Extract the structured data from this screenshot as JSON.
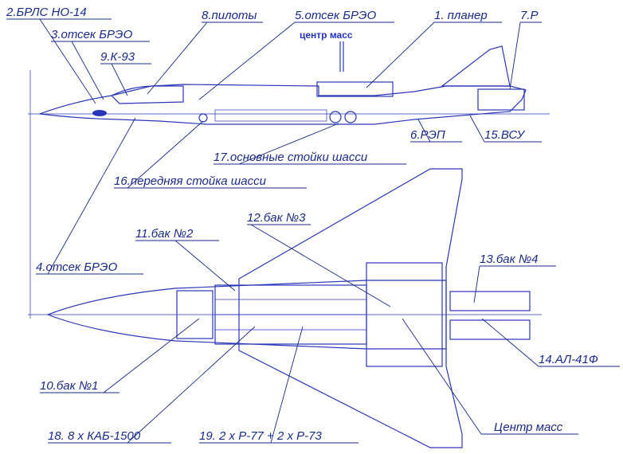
{
  "center_mass_top": "центр масс",
  "labels": {
    "l2": "2.БРЛС НО-14",
    "l3": "3.отсек БРЭО",
    "l9": "9.К-93",
    "l8": "8.пилоты",
    "l5": "5.отсек БРЭО",
    "l1": "1. планер",
    "l7": "7.Р",
    "l6": "6.РЭП",
    "l15": "15.ВСУ",
    "l17": "17.основные стойки шасси",
    "l16": "16.передняя стойка шасси",
    "l12": "12.бак №3",
    "l11": "11.бак №2",
    "l4": "4.отсек БРЭО",
    "l13": "13.бак №4",
    "l14": "14.АЛ-41Ф",
    "l10": "10.бак №1",
    "lcm": "Центр масс",
    "l18": "18. 8 х КАБ-1500",
    "l19": "19. 2 х Р-77 + 2 х Р-73"
  },
  "colors": {
    "line": "#2a36b8",
    "hatch": "#3b4fd0",
    "text": "#1a2a8a"
  }
}
